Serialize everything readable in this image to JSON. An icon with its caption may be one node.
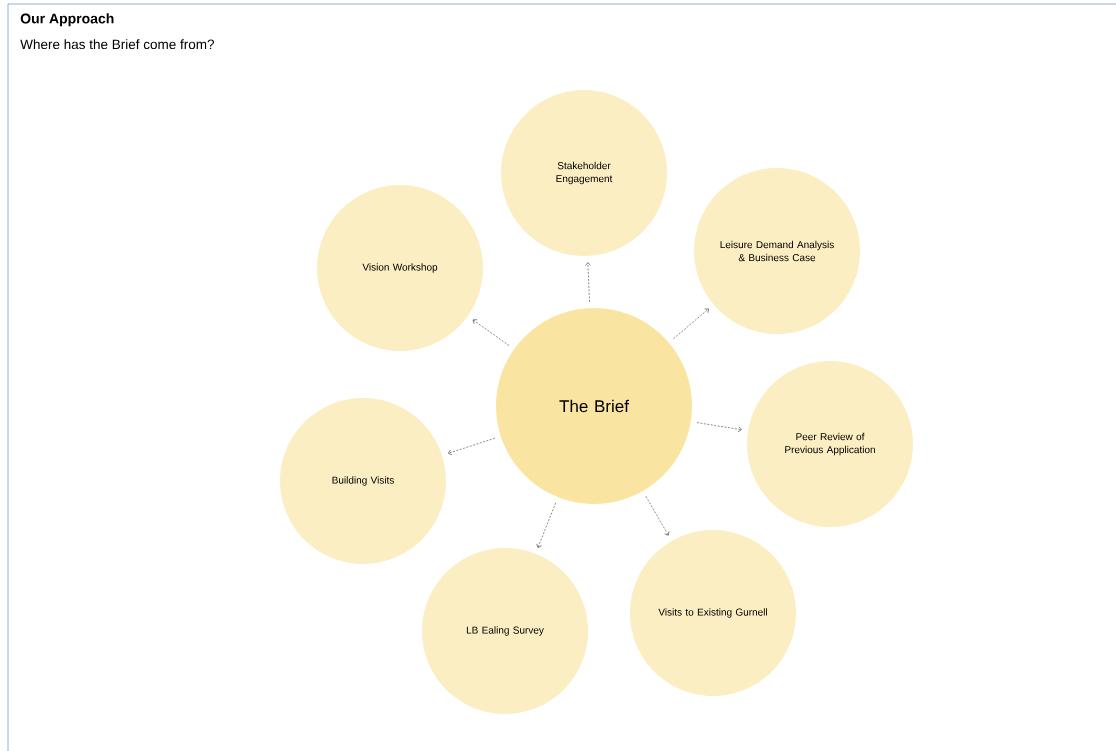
{
  "diagram": {
    "title": "Our Approach",
    "caption": "Where has the Brief come from?",
    "nodes": [
      {
        "text": [
          "The Brief"
        ]
      },
      {
        "text": [
          "Stakeholder Engagement"
        ]
      },
      {
        "text": [
          "Vision Workshop"
        ]
      },
      {
        "text": [
          "Leisure Demand Analysis & Business Case"
        ]
      },
      {
        "text": [
          "Peer Review of Previous Application"
        ]
      },
      {
        "text": [
          "Building Visits"
        ]
      },
      {
        "text": [
          "Visits to Existing Gurnell"
        ]
      },
      {
        "text": [
          "LB Ealing Survey"
        ]
      }
    ],
    "edges": [
      {
        "from": 0,
        "to": 1,
        "arrow": "to",
        "style": "dashed"
      },
      {
        "from": 0,
        "to": 2,
        "arrow": "to",
        "style": "dashed"
      },
      {
        "from": 0,
        "to": 3,
        "arrow": "to",
        "style": "dashed"
      },
      {
        "from": 0,
        "to": 4,
        "arrow": "to",
        "style": "dashed"
      },
      {
        "from": 0,
        "to": 5,
        "arrow": "to",
        "style": "dashed"
      },
      {
        "from": 0,
        "to": 6,
        "arrow": "to",
        "style": "dashed"
      },
      {
        "from": 0,
        "to": 7,
        "arrow": "to",
        "style": "dashed"
      }
    ]
  }
}
